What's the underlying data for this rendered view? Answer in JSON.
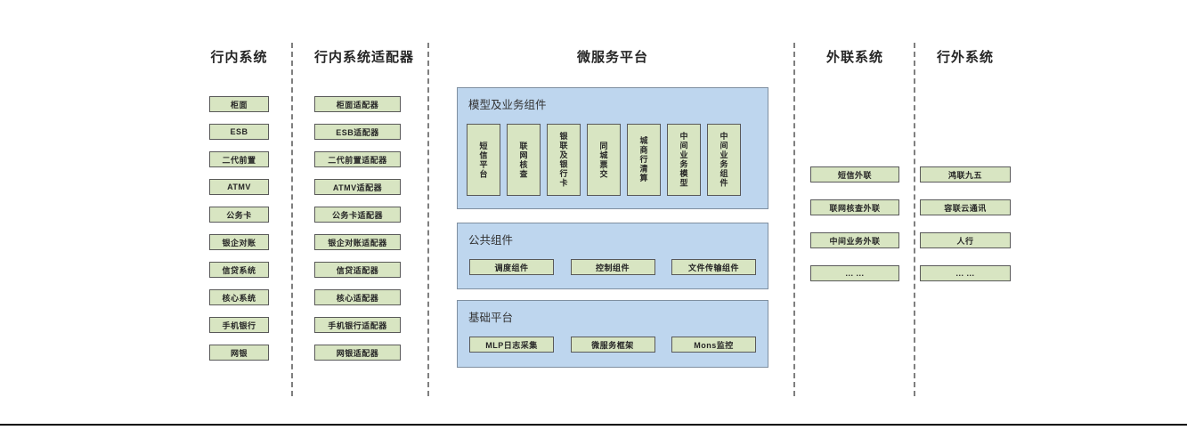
{
  "diagram": {
    "columns": {
      "internal": {
        "title": "行内系统",
        "items": [
          "柜面",
          "ESB",
          "二代前置",
          "ATMV",
          "公务卡",
          "银企对账",
          "信贷系统",
          "核心系统",
          "手机银行",
          "网银"
        ]
      },
      "adapters": {
        "title": "行内系统适配器",
        "items": [
          "柜面适配器",
          "ESB适配器",
          "二代前置适配器",
          "ATMV适配器",
          "公务卡适配器",
          "银企对账适配器",
          "信贷适配器",
          "核心适配器",
          "手机银行适配器",
          "网银适配器"
        ]
      },
      "platform": {
        "title": "微服务平台",
        "sections": {
          "model_business": {
            "label": "模型及业务组件",
            "items": [
              "短信平台",
              "联网核查",
              "银联及银行卡",
              "同城票交",
              "城商行清算",
              "中间业务模型",
              "中间业务组件"
            ]
          },
          "common": {
            "label": "公共组件",
            "items": [
              "调度组件",
              "控制组件",
              "文件传输组件"
            ]
          },
          "base": {
            "label": "基础平台",
            "items": [
              "MLP日志采集",
              "微服务框架",
              "Mons监控"
            ]
          }
        }
      },
      "outbound": {
        "title": "外联系统",
        "items": [
          "短信外联",
          "联网核查外联",
          "中间业务外联",
          "... ..."
        ]
      },
      "external": {
        "title": "行外系统",
        "items": [
          "鸿联九五",
          "容联云通讯",
          "人行",
          "... ..."
        ]
      }
    },
    "colors": {
      "box_fill": "#d8e5c2",
      "box_border": "#595959",
      "panel_fill": "#bed6ee",
      "panel_border": "#7f8fa0",
      "separator": "#7f7f7f",
      "baseline": "#000000",
      "text": "#262626"
    }
  }
}
